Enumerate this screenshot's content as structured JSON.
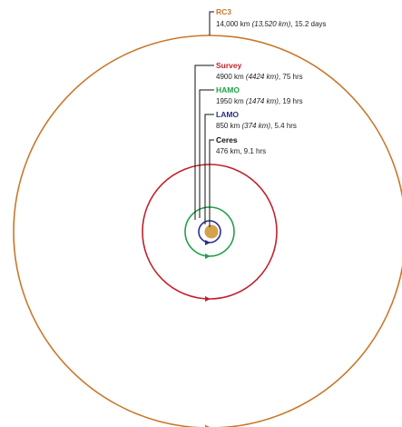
{
  "orbits": [
    {
      "name": "RC3",
      "color": "#c8782a",
      "detail": {
        "prefix": "14,000 km ",
        "italic": "(13,520 km)",
        "suffix": ", 15.2 days"
      }
    },
    {
      "name": "Survey",
      "color": "#c3202a",
      "detail": {
        "prefix": "4900 km ",
        "italic": "(4424 km)",
        "suffix": ", 75 hrs"
      }
    },
    {
      "name": "HAMO",
      "color": "#20a04a",
      "detail": {
        "prefix": "1950 km ",
        "italic": "(1474 km)",
        "suffix": ", 19 hrs"
      }
    },
    {
      "name": "LAMO",
      "color": "#2a2f8a",
      "detail": {
        "prefix": "850 km ",
        "italic": "(374 km)",
        "suffix": ", 5.4 hrs"
      }
    }
  ],
  "body": {
    "name": "Ceres",
    "color": "#d4a24a",
    "detail": "476 km, 9.1 hrs"
  },
  "line_color": "#111111"
}
